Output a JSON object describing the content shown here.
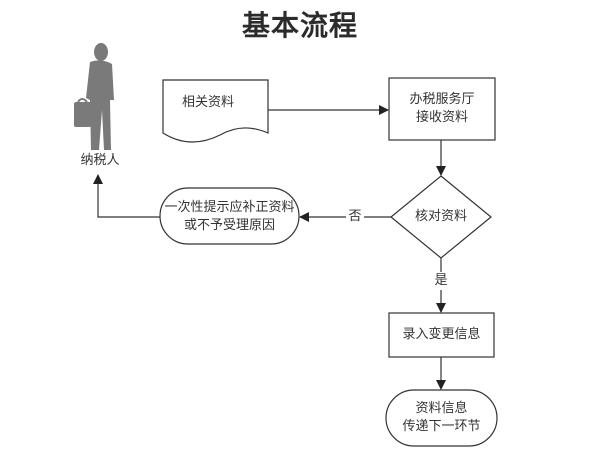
{
  "title": "基本流程",
  "colors": {
    "line": "#333333",
    "figure": "#7a7a7a",
    "title": "#2b2b2b"
  },
  "actor": {
    "label": "纳税人",
    "icon": "businessman-silhouette-icon"
  },
  "nodes": {
    "documents": {
      "shape": "document",
      "label": "相关资料"
    },
    "hall": {
      "shape": "process",
      "line1": "办税服务厅",
      "line2": "接收资料"
    },
    "check": {
      "shape": "decision",
      "label": "核对资料"
    },
    "reject": {
      "shape": "terminator",
      "line1": "一次性提示应补正资料",
      "line2": "或不予受理原因"
    },
    "enter": {
      "shape": "process",
      "label": "录入变更信息"
    },
    "transfer": {
      "shape": "terminator",
      "line1": "资料信息",
      "line2": "传递下一环节"
    }
  },
  "edges": {
    "no_label": "否",
    "yes_label": "是"
  }
}
